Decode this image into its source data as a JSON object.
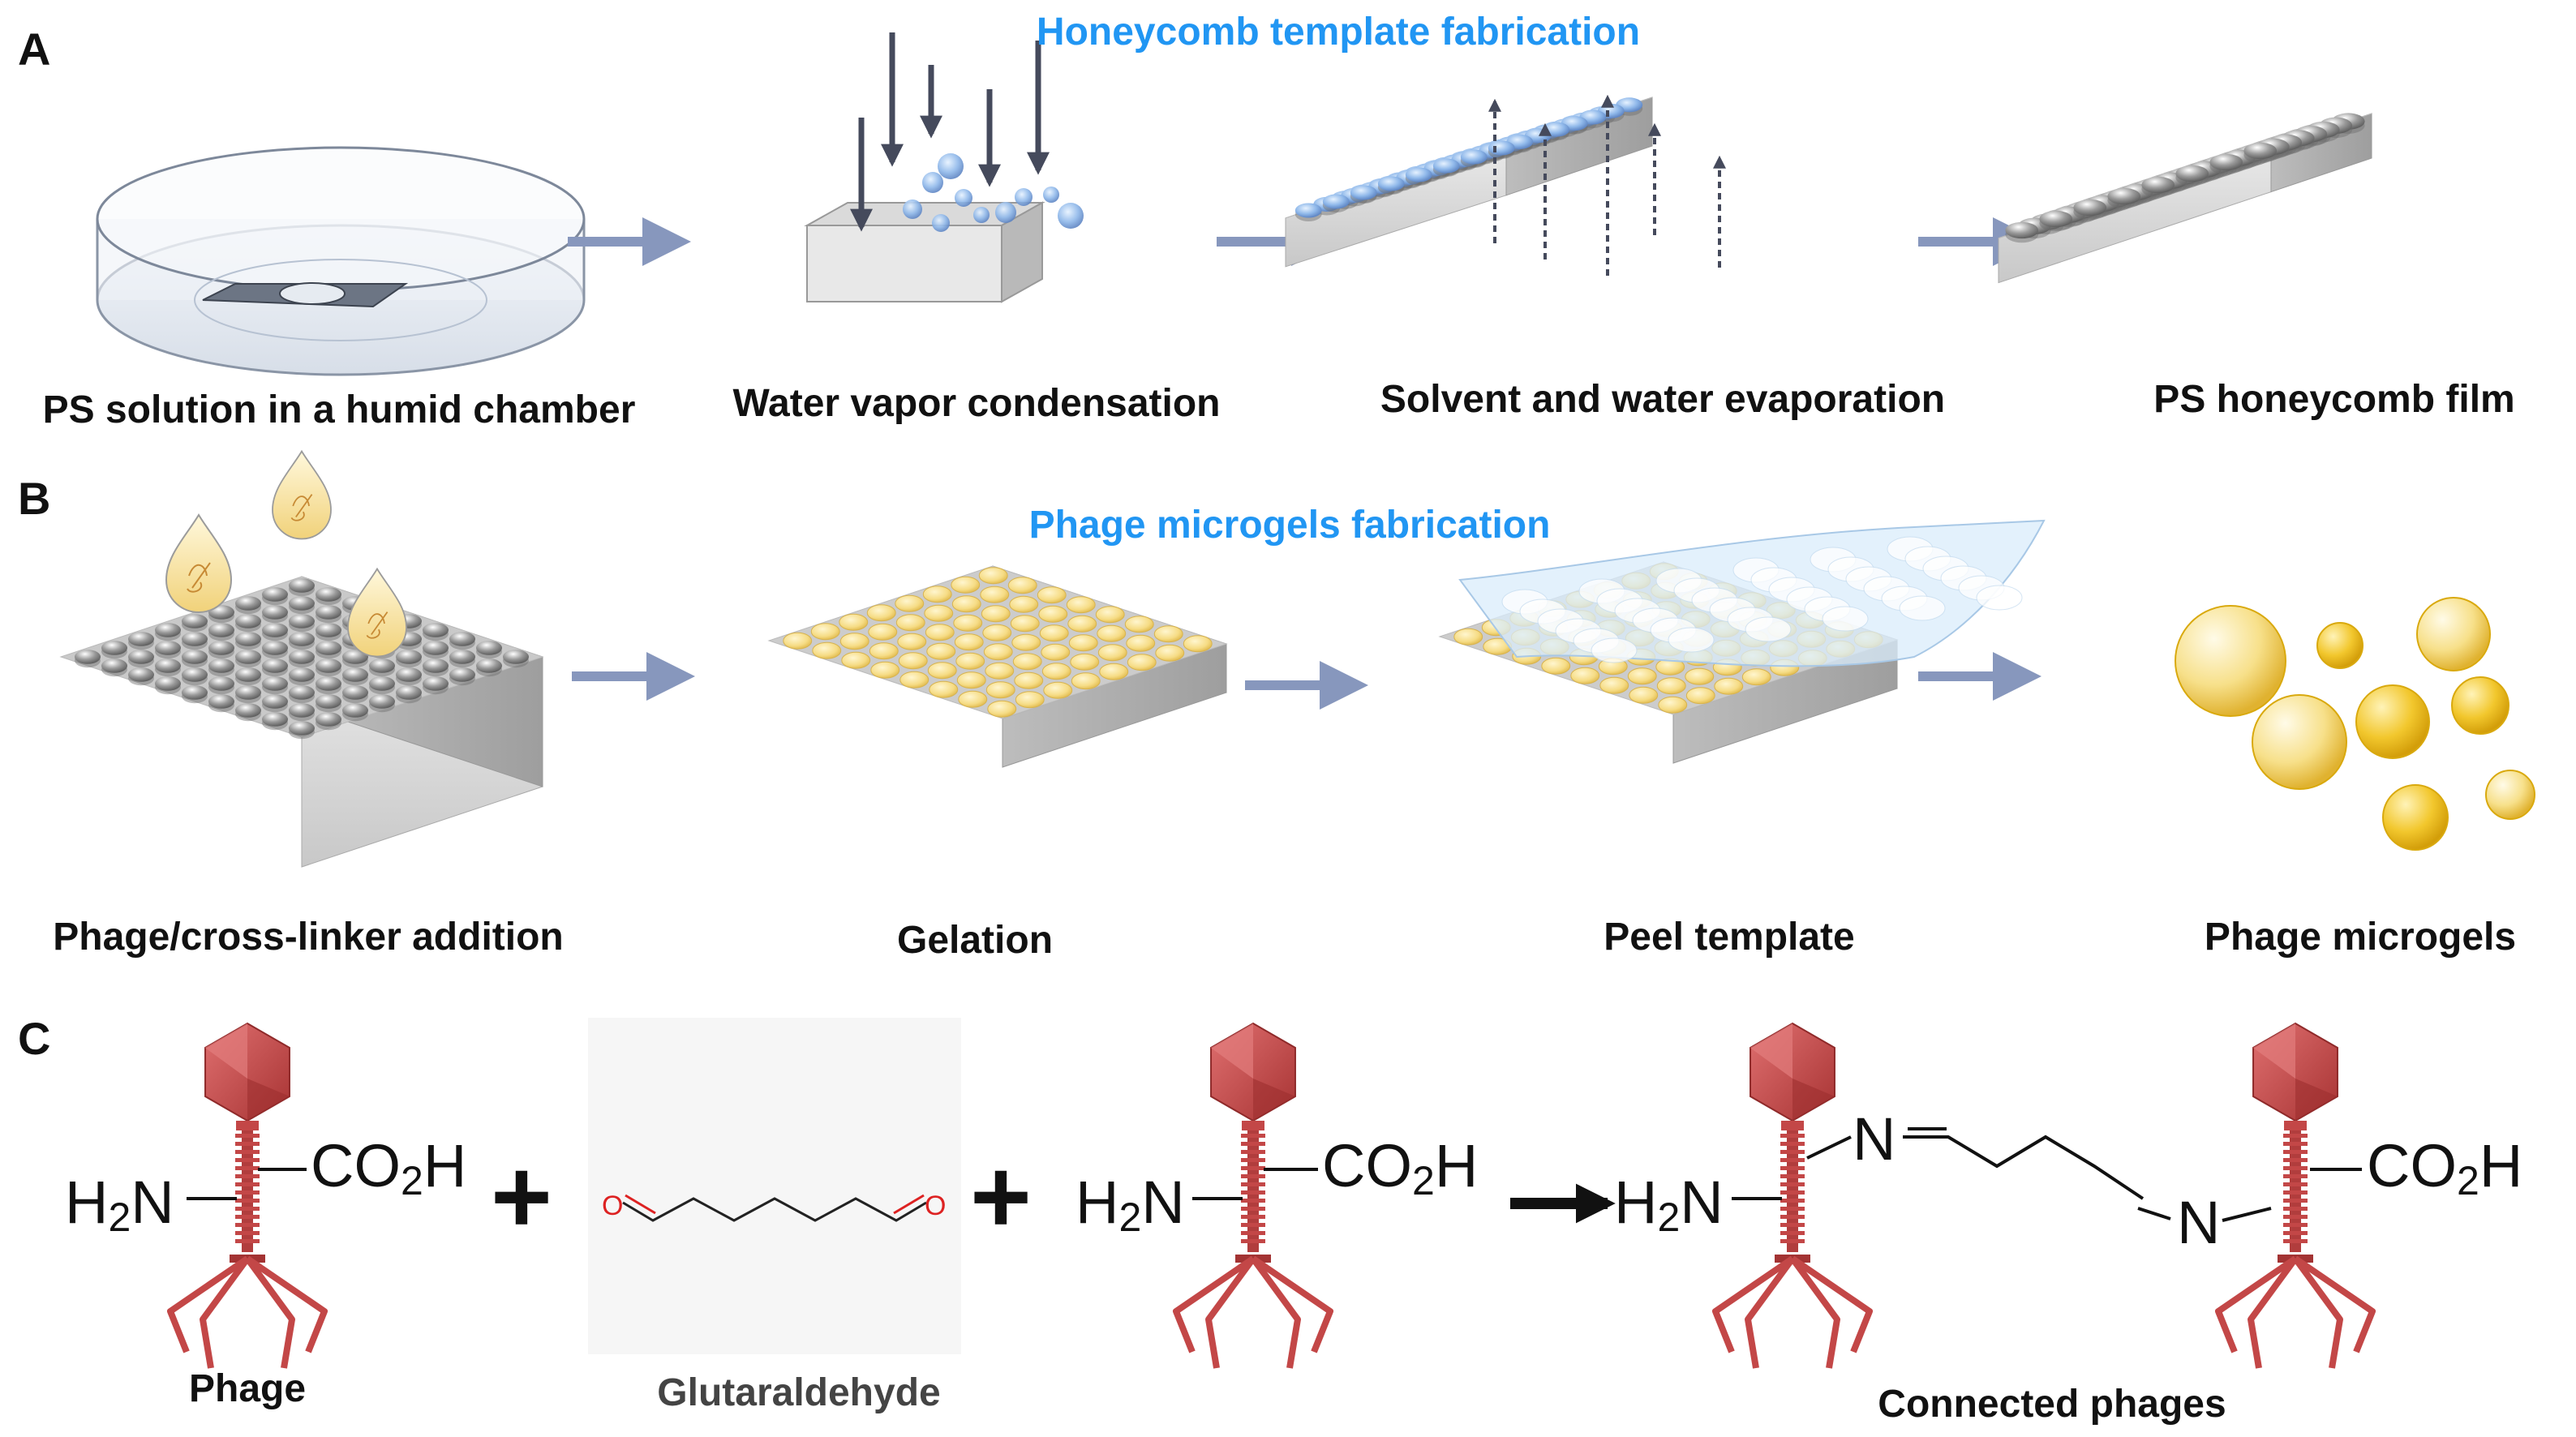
{
  "panels": [
    "A",
    "B",
    "C"
  ],
  "colors": {
    "section_title": "#2196f3",
    "process_arrow": "#8797bd",
    "phage": "#c34747",
    "gel": "#f6dc85",
    "oxygen": "#dd2222"
  },
  "row_a": {
    "title": "Honeycomb template fabrication",
    "steps": [
      "PS solution in a humid chamber",
      "Water vapor condensation",
      "Solvent and water evaporation",
      "PS honeycomb film"
    ]
  },
  "row_b": {
    "title": "Phage microgels fabrication",
    "steps": [
      "Phage/cross-linker addition",
      "Gelation",
      "Peel template",
      "Phage microgels"
    ]
  },
  "row_c": {
    "labels": {
      "phage": "Phage",
      "glutaraldehyde": "Glutaraldehyde",
      "connected": "Connected phages"
    },
    "groups": {
      "amine_h": "H",
      "amine_sub": "2",
      "amine_n": "N",
      "acid_pre": "CO",
      "acid_sub": "2",
      "acid_post": "H",
      "imine_n": "N",
      "oxygen": "O",
      "plus": "+"
    }
  }
}
